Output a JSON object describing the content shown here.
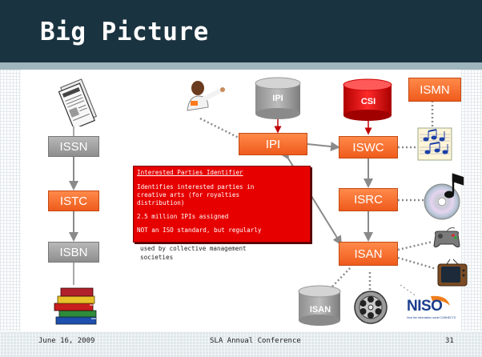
{
  "slide": {
    "title": "Big Picture"
  },
  "nodes": {
    "issn": "ISSN",
    "istc": "ISTC",
    "isbn": "ISBN",
    "ipi_box": "IPI",
    "iswc": "ISWC",
    "isrc": "ISRC",
    "isan": "ISAN",
    "ismn": "ISMN"
  },
  "databases": {
    "ipi": "IPI",
    "csi": "CSI",
    "isan": "ISAN"
  },
  "popup": {
    "title": "Interested Parties Identifier",
    "line1": "Identifies interested parties in",
    "line2": "creative arts (for royalties",
    "line3": "distribution)",
    "line4": "2.5 million IPIs assigned",
    "line5": "NOT an ISO standard, but regularly",
    "below1": "used by collective management",
    "below2": "societies"
  },
  "logo": {
    "text": "NISO",
    "tagline": "How the information world CONNECTS"
  },
  "footer": {
    "date": "June 16, 2009",
    "event": "SLA Annual Conference",
    "page": "31"
  },
  "colors": {
    "title_bar": "#1a3340",
    "orange_box": "#f26a2b",
    "grey_box": "#a3a3a3",
    "popup_red": "#e60000",
    "csi_red": "#d40000"
  }
}
